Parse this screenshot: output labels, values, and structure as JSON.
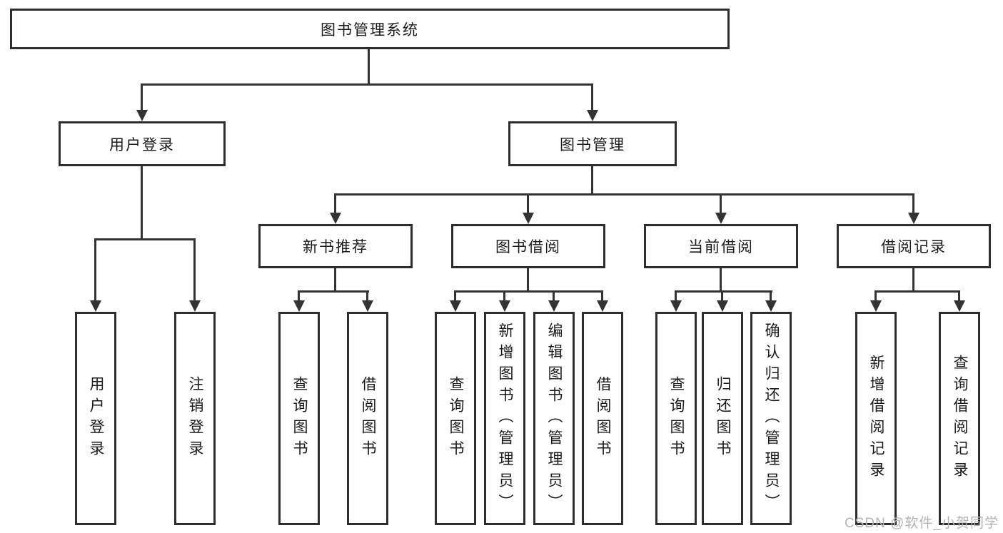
{
  "tree": {
    "label": "图书管理系统",
    "children": [
      {
        "label": "用户登录",
        "children": [
          {
            "label": "用户登录"
          },
          {
            "label": "注销登录"
          }
        ]
      },
      {
        "label": "图书管理",
        "children": [
          {
            "label": "新书推荐",
            "children": [
              {
                "label": "查询图书"
              },
              {
                "label": "借阅图书"
              }
            ]
          },
          {
            "label": "图书借阅",
            "children": [
              {
                "label": "查询图书"
              },
              {
                "label": "新增图书（管理员）"
              },
              {
                "label": "编辑图书（管理员）"
              },
              {
                "label": "借阅图书"
              }
            ]
          },
          {
            "label": "当前借阅",
            "children": [
              {
                "label": "查询图书"
              },
              {
                "label": "归还图书"
              },
              {
                "label": "确认归还（管理员）"
              }
            ]
          },
          {
            "label": "借阅记录",
            "children": [
              {
                "label": "新增借阅记录"
              },
              {
                "label": "查询借阅记录"
              }
            ]
          }
        ]
      }
    ]
  },
  "watermark": {
    "text": "CSDN @软件_小贺同学"
  },
  "colors": {
    "line": "#333333",
    "box_border": "#2e2e2e",
    "text": "#1a1a1a",
    "watermark": "#b3b3b3",
    "background": "#ffffff"
  }
}
